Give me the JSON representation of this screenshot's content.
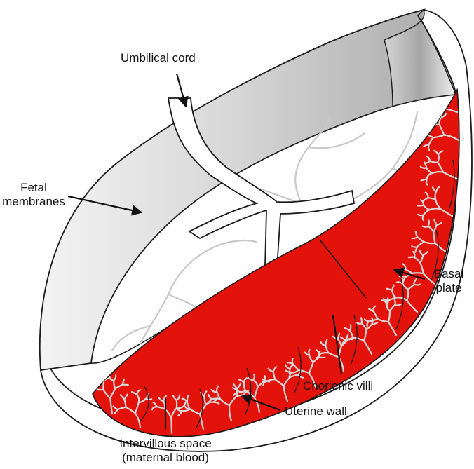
{
  "labels": {
    "umbilical_cord": "Umbilical cord",
    "fetal_membranes_line1": "Fetal",
    "fetal_membranes_line2": "membranes",
    "basal_plate_line1": "Basal",
    "basal_plate_line2": "plate",
    "chorionic_villi": "Chorionic villi",
    "uterine_wall": "Uterine wall",
    "intervillous_line1": "Intervillous space",
    "intervillous_line2": "(maternal blood)"
  },
  "colors": {
    "maternal_blood": "#e3120b",
    "villi": "#d9d9d9",
    "membrane_light": "#f2f2f2",
    "membrane_dark": "#a9a9a9",
    "outline": "#1a1a1a"
  }
}
